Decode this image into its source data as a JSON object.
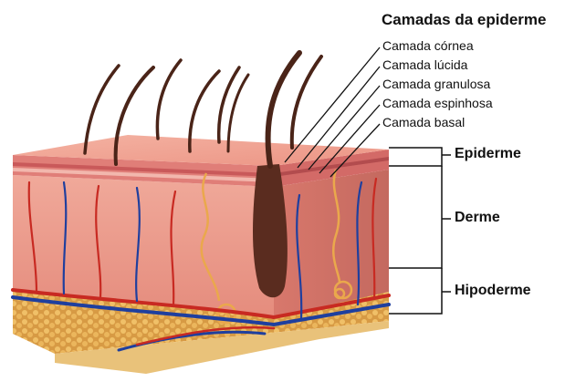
{
  "legend": {
    "title": "Camadas da epiderme",
    "layers": [
      "Camada córnea",
      "Camada lúcida",
      "Camada granulosa",
      "Camada espinhosa",
      "Camada basal"
    ]
  },
  "regions": [
    "Epiderme",
    "Derme",
    "Hipoderme"
  ],
  "colors": {
    "epidermis": "#e8908a",
    "dermis": "#e49b8f",
    "hypodermis": "#e6b35a",
    "vein": "#1f3f9e",
    "artery": "#c82a22",
    "hair": "#4a2418",
    "gland": "#e6a24a"
  }
}
